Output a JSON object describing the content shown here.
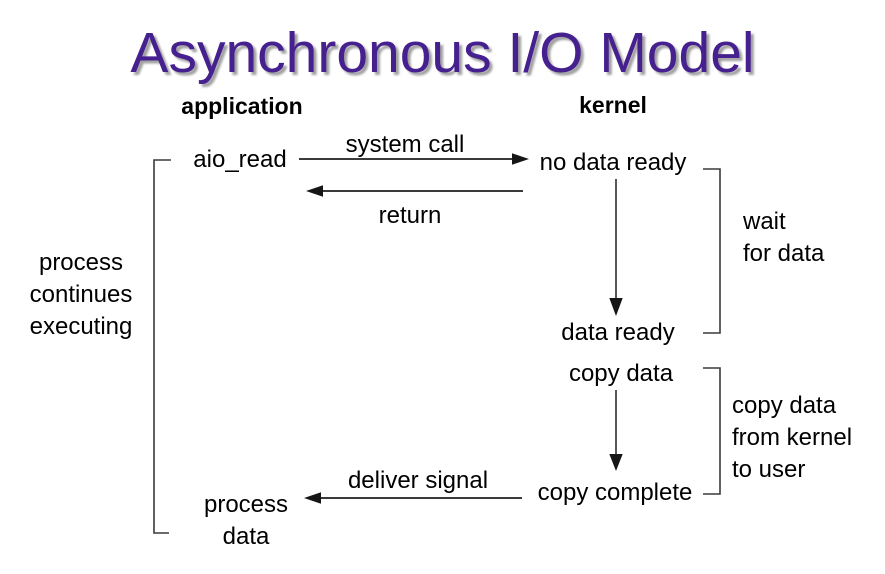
{
  "title": "Asynchronous I/O Model",
  "columns": {
    "application": "application",
    "kernel": "kernel"
  },
  "nodes": {
    "aio_read": "aio_read",
    "no_data_ready": "no data ready",
    "data_ready": "data ready",
    "copy_data": "copy data",
    "copy_complete": "copy complete",
    "process_data": [
      "process",
      "data"
    ]
  },
  "edge_labels": {
    "system_call": "system call",
    "return": "return",
    "deliver_signal": "deliver signal"
  },
  "annotations": {
    "process_side": [
      "process",
      "continues",
      "executing"
    ],
    "wait_side": [
      "wait",
      "for data"
    ],
    "copy_side": [
      "copy data",
      "from kernel",
      "to user"
    ]
  },
  "colors": {
    "title": "#45208e",
    "title_shadow": "#a0a0a0",
    "text": "#000000",
    "line": "#3a3a3a"
  }
}
